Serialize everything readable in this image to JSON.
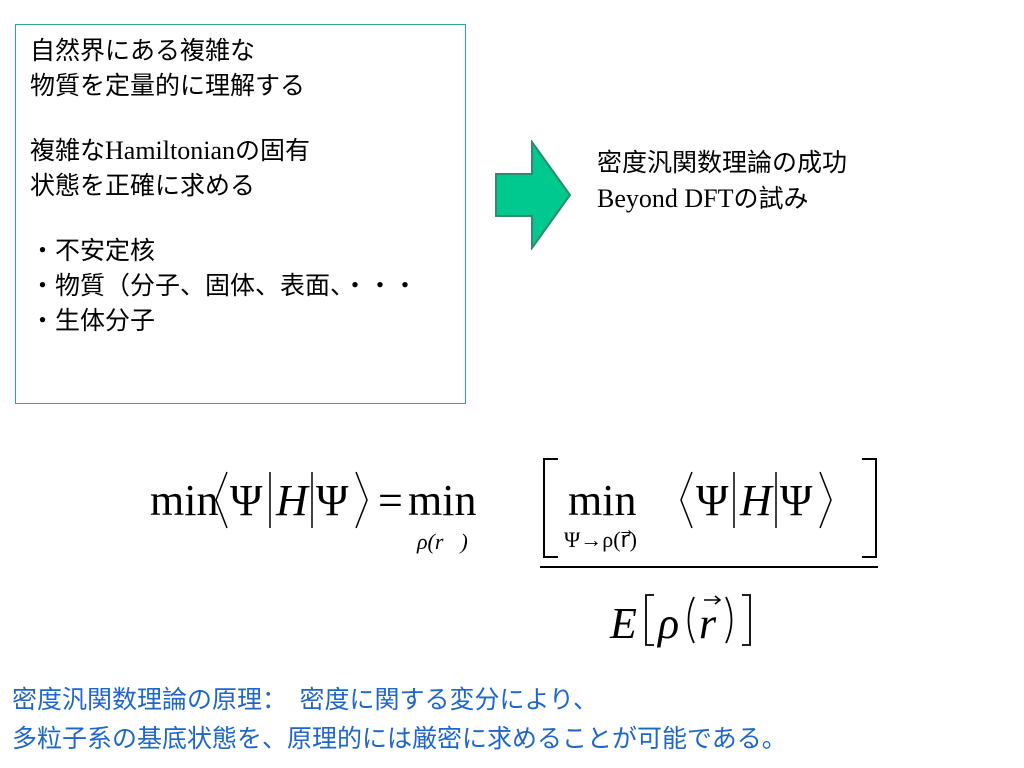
{
  "left_box": {
    "title_line1": "自然界にある複雑な",
    "title_line2": "物質を定量的に理解する",
    "line3_prefix": "複雑な",
    "line3_serif": "Hamiltonian",
    "line3_suffix": "の固有",
    "line4": "状態を正確に求める",
    "bullets": [
      "・不安定核",
      "・物質（分子、固体、表面、・・・",
      "・生体分子"
    ]
  },
  "right": {
    "line1": "密度汎関数理論の成功",
    "line2_serif": "Beyond DFT",
    "line2_suffix": "の試み"
  },
  "equation": {
    "min": "min",
    "psi": "Ψ",
    "H": "H",
    "equals": "=",
    "rho_r": "ρ(r⃗)",
    "psi_to_rho": "Ψ→ρ(r⃗)",
    "E": "E",
    "rho": "ρ",
    "r": "r"
  },
  "caption": {
    "line1": "密度汎関数理論の原理：　密度に関する変分により、",
    "line2": "多粒子系の基底状態を、原理的には厳密に求めることが可能である。"
  },
  "colors": {
    "box_border": "#2ca59a",
    "arrow_fill": "#00c98f",
    "arrow_stroke": "#2e8b6e",
    "caption_text": "#1e66c8"
  }
}
